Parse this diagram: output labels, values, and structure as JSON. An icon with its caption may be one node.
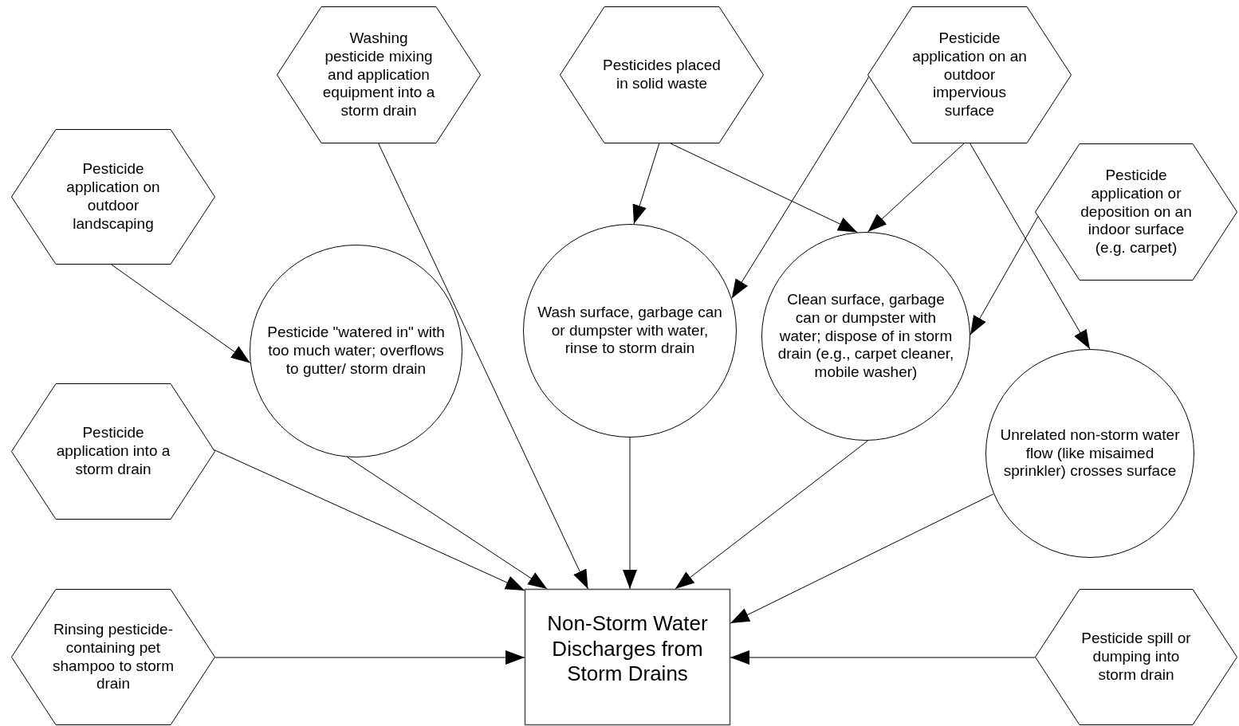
{
  "diagram": {
    "nodes": [
      {
        "text": [
          "Washing pesticide mixing and application equipment into a storm drain"
        ]
      },
      {
        "text": [
          "Pesticides placed in solid waste"
        ]
      },
      {
        "text": [
          "Pesticide application on an outdoor impervious surface"
        ]
      },
      {
        "text": [
          "Pesticide application on outdoor landscaping"
        ]
      },
      {
        "text": [
          "Pesticide application or deposition on an indoor surface (e.g. carpet)"
        ]
      },
      {
        "text": [
          "Wash surface, garbage can or dumpster with water, rinse to storm drain"
        ]
      },
      {
        "text": [
          "Clean surface, garbage can or dumpster with water; dispose of in storm drain (e.g., carpet cleaner, mobile washer)"
        ]
      },
      {
        "text": [
          "Pesticide \"watered in\" with too much water; overflows to gutter/ storm drain"
        ]
      },
      {
        "text": [
          "Pesticide application into a storm drain"
        ]
      },
      {
        "text": [
          "Unrelated non-storm water flow (like misaimed sprinkler) crosses surface"
        ]
      },
      {
        "text": [
          "Rinsing pesticide-containing pet shampoo to storm drain"
        ]
      },
      {
        "text": [
          "Non-Storm Water Discharges from Storm Drains"
        ]
      },
      {
        "text": [
          "Pesticide spill or dumping into storm drain"
        ]
      }
    ],
    "edges": [
      {
        "from": 3,
        "to": 7,
        "arrow": "to"
      },
      {
        "from": 1,
        "to": 5,
        "arrow": "to"
      },
      {
        "from": 1,
        "to": 6,
        "arrow": "to"
      },
      {
        "from": 2,
        "to": 5,
        "arrow": "to"
      },
      {
        "from": 2,
        "to": 6,
        "arrow": "to"
      },
      {
        "from": 2,
        "to": 9,
        "arrow": "to"
      },
      {
        "from": 4,
        "to": 6,
        "arrow": "to"
      },
      {
        "from": 0,
        "to": 11,
        "arrow": "to"
      },
      {
        "from": 5,
        "to": 11,
        "arrow": "to"
      },
      {
        "from": 7,
        "to": 11,
        "arrow": "to"
      },
      {
        "from": 8,
        "to": 11,
        "arrow": "to"
      },
      {
        "from": 10,
        "to": 11,
        "arrow": "to"
      },
      {
        "from": 6,
        "to": 11,
        "arrow": "to"
      },
      {
        "from": 9,
        "to": 11,
        "arrow": "to"
      },
      {
        "from": 12,
        "to": 11,
        "arrow": "to"
      }
    ]
  }
}
